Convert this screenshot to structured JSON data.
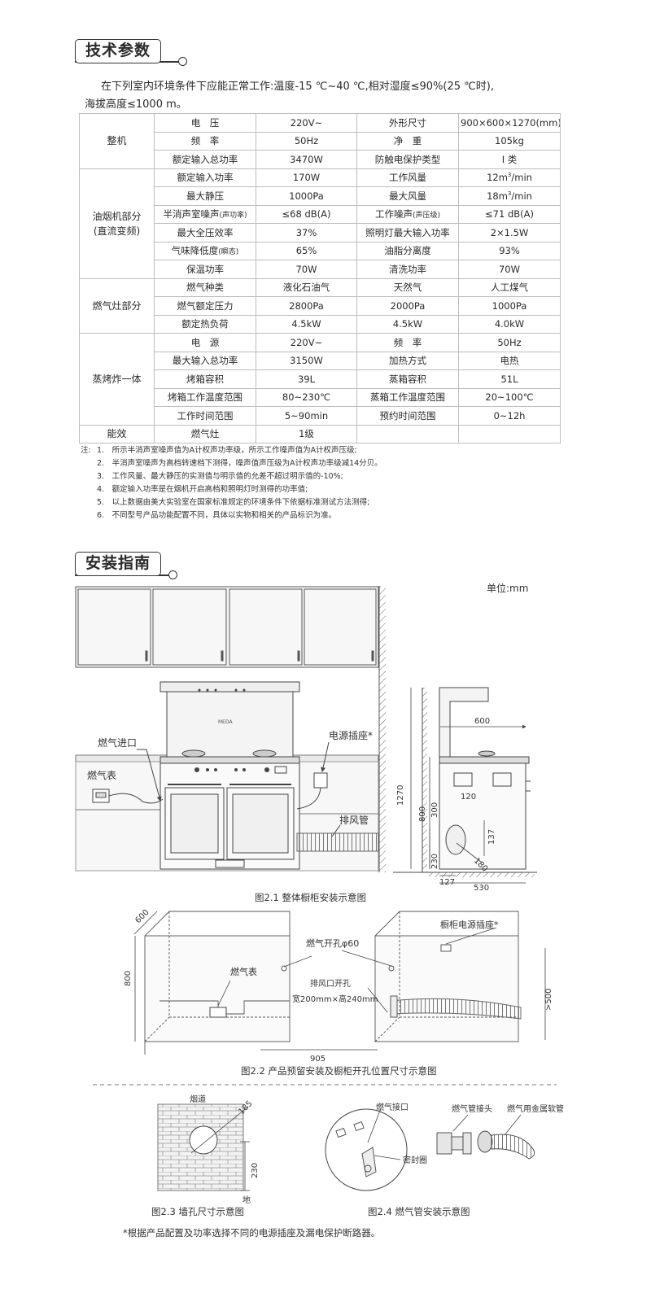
{
  "section1": {
    "title": "技术参数"
  },
  "intro": {
    "line1": "在下列室内环境条件下应能正常工作:温度-15 ℃~40 ℃,相对湿度≤90%(25 ℃时),",
    "line2": "海拔高度≤1000 m。"
  },
  "table": {
    "g1": "整机",
    "g2a": "油烟机部分",
    "g2b": "(直流变频)",
    "g3": "燃气灶部分",
    "g4": "蒸烤炸一体",
    "g5": "能效",
    "r1": [
      "电　压",
      "220V~",
      "外形尺寸",
      "900×600×1270(mm)"
    ],
    "r2": [
      "频　率",
      "50Hz",
      "净　重",
      "105kg"
    ],
    "r3": [
      "额定输入总功率",
      "3470W",
      "防触电保护类型",
      "I 类"
    ],
    "r4": [
      "额定输入功率",
      "170W",
      "工作风量",
      "12m",
      "3",
      "/min"
    ],
    "r5": [
      "最大静压",
      "1000Pa",
      "最大风量",
      "18m",
      "3",
      "/min"
    ],
    "r6": [
      "半消声室噪声",
      "(声功率)",
      "≤68 dB(A)",
      "工作噪声",
      "(声压级)",
      "≤71 dB(A)"
    ],
    "r7": [
      "最大全压效率",
      "37%",
      "照明灯最大输入功率",
      "2×1.5W"
    ],
    "r8": [
      "气味降低度",
      "(瞬态)",
      "65%",
      "油脂分离度",
      "93%"
    ],
    "r9": [
      "保温功率",
      "70W",
      "清洗功率",
      "70W"
    ],
    "r10": [
      "燃气种类",
      "液化石油气",
      "天然气",
      "人工煤气"
    ],
    "r11": [
      "燃气额定压力",
      "2800Pa",
      "2000Pa",
      "1000Pa"
    ],
    "r12": [
      "额定热负荷",
      "4.5kW",
      "4.5kW",
      "4.0kW"
    ],
    "r13": [
      "电　源",
      "220V~",
      "频　率",
      "50Hz"
    ],
    "r14": [
      "最大输入总功率",
      "3150W",
      "加热方式",
      "电热"
    ],
    "r15": [
      "烤箱容积",
      "39L",
      "蒸箱容积",
      "51L"
    ],
    "r16": [
      "烤箱工作温度范围",
      "80~230℃",
      "蒸箱工作温度范围",
      "20~100℃"
    ],
    "r17": [
      "工作时间范围",
      "5~90min",
      "预约时间范围",
      "0~12h"
    ],
    "r18": [
      "燃气灶",
      "1级"
    ]
  },
  "notes": {
    "label": "注:",
    "items": [
      "1.　所示半消声室噪声值为A计权声功率级，所示工作噪声值为A计权声压级;",
      "2.　半消声室噪声为高档转速档下测得，噪声值声压级为A计权声功率级减14分贝。",
      "3.　工作风量、最大静压的实测值与明示值的允差不超过明示值的-10%;",
      "4.　额定输入功率是在烟机开启高档和照明灯时测得的功率值;",
      "5.　以上数据由美大实验室在国家标准规定的环境条件下依据标准测试方法测得;",
      "6.　不同型号产品功能配置不同，具体以实物和相关的产品标识为准。"
    ]
  },
  "section2": {
    "title": "安装指南"
  },
  "fig1": {
    "unit": "单位:mm",
    "gas_inlet": "燃气进口",
    "gas_meter": "燃气表",
    "power_socket": "电源插座*",
    "exhaust_pipe": "排风管",
    "brand": "MEDA",
    "dim_600": "600",
    "dim_1270": "1270",
    "dim_800": "800",
    "dim_300": "300",
    "dim_230": "230",
    "dim_120": "120",
    "dim_137": "137",
    "dim_180": "180",
    "dim_127": "127",
    "dim_530": "530",
    "caption": "图2.1  整体橱柜安装示意图"
  },
  "fig2": {
    "dim_600": "600",
    "dim_800": "800",
    "dim_905": "905",
    "dim_500": ">500",
    "gas_meter": "燃气表",
    "gas_hole": "燃气开孔φ60",
    "exhaust_hole_1": "排风口开孔",
    "exhaust_hole_2": "宽200mm×高240mm",
    "cabinet_socket": "橱柜电源插座*",
    "caption": "图2.2  产品预留安装及橱柜开孔位置尺寸示意图"
  },
  "fig3": {
    "flue": "烟道",
    "dim_185": "185",
    "dim_230": "230",
    "ground": "地",
    "caption": "图2.3 墙孔尺寸示意图"
  },
  "fig4": {
    "gas_port": "燃气接口",
    "seal": "密封圈",
    "connector": "燃气管接头",
    "hose": "燃气用金属软管",
    "caption": "图2.4 燃气管安装示意图"
  },
  "footer": "*根据产品配置及功率选择不同的电源插座及漏电保护断路器。"
}
